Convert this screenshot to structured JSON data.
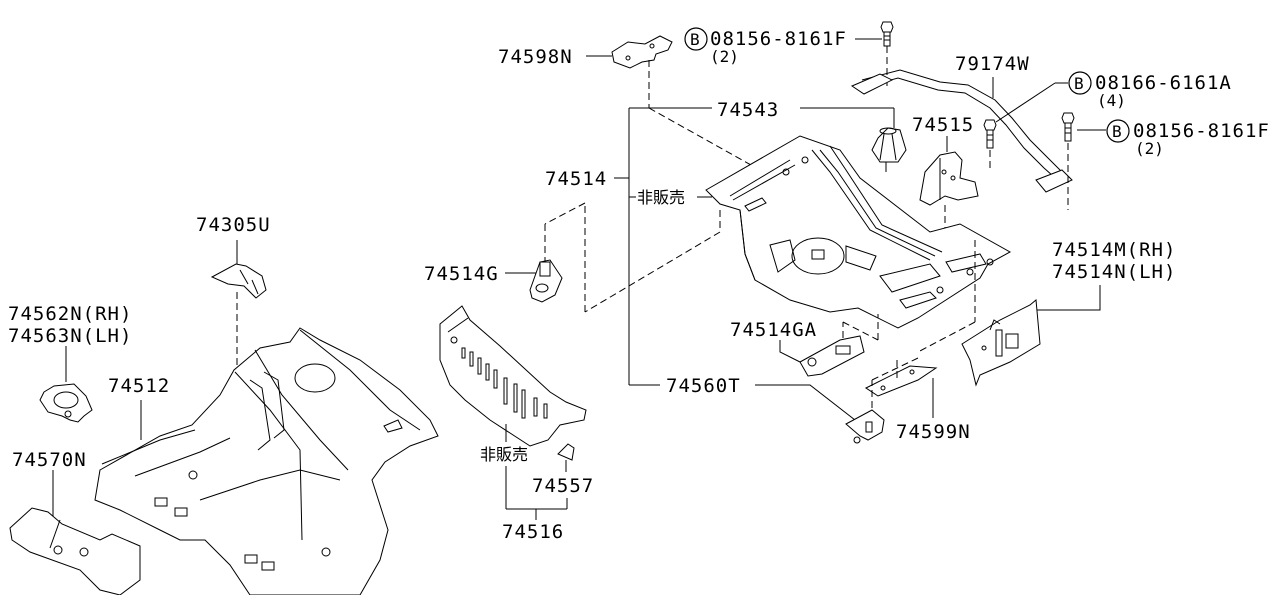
{
  "diagram": {
    "title": "Floor panel & fitting parts diagram",
    "labels": {
      "p74598N": "74598N",
      "bolt1_code": "08156-8161F",
      "bolt1_qty": "(2)",
      "p79174W": "79174W",
      "bolt2_code": "08166-6161A",
      "bolt2_qty": "(4)",
      "p74543": "74543",
      "p74515": "74515",
      "bolt3_code": "08156-8161F",
      "bolt3_qty": "(2)",
      "p74514": "74514",
      "not_for_sale_1": "非販売",
      "p74305U": "74305U",
      "p74514G": "74514G",
      "p74514M": "74514M(RH)",
      "p74514N": "74514N(LH)",
      "p74562N": "74562N(RH)",
      "p74563N": "74563N(LH)",
      "p74512": "74512",
      "p74514GA": "74514GA",
      "p74560T": "74560T",
      "p74599N": "74599N",
      "p74570N": "74570N",
      "not_for_sale_2": "非販売",
      "p74557": "74557",
      "p74516": "74516",
      "bolt_marker": "B"
    }
  }
}
